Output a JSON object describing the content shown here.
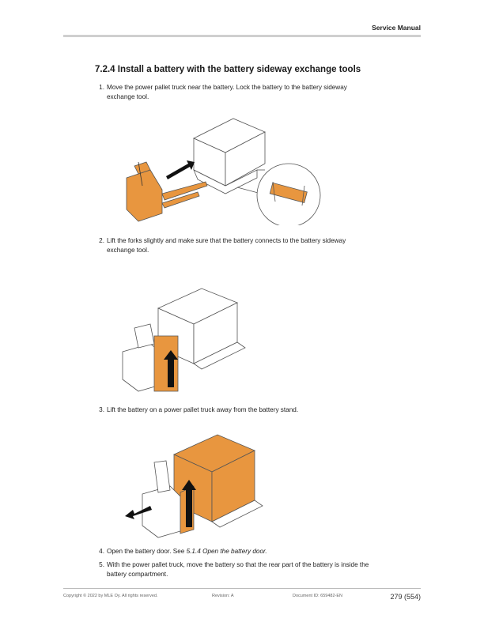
{
  "header": {
    "title": "Service Manual"
  },
  "section": {
    "title": "7.2.4 Install a battery with the battery sideway exchange tools"
  },
  "steps": [
    {
      "num": "1.",
      "line1": "Move the power pallet truck near the battery. Lock the battery to the battery sideway",
      "line2": "exchange tool."
    },
    {
      "num": "2.",
      "line1": "Lift the forks slightly and make sure that the battery connects to the battery sideway",
      "line2": "exchange tool."
    },
    {
      "num": "3.",
      "line1": "Lift the battery on a power pallet truck away from the battery stand."
    },
    {
      "num": "4.",
      "line1_prefix": "Open the battery door. See ",
      "line1_link": "5.1.4 Open the battery door."
    },
    {
      "num": "5.",
      "line1": "With the power pallet truck, move the battery so that the rear part of the battery is inside the",
      "line2": "battery compartment."
    }
  ],
  "footer": {
    "copyright": "Copyright © 2022 by MLE Oy. All rights reserved.",
    "revision": "Revision: A",
    "document_id": "Document ID: 659482-EN",
    "page": "279 (554)"
  },
  "colors": {
    "accent_orange": "#e8963f",
    "line": "#555555"
  }
}
